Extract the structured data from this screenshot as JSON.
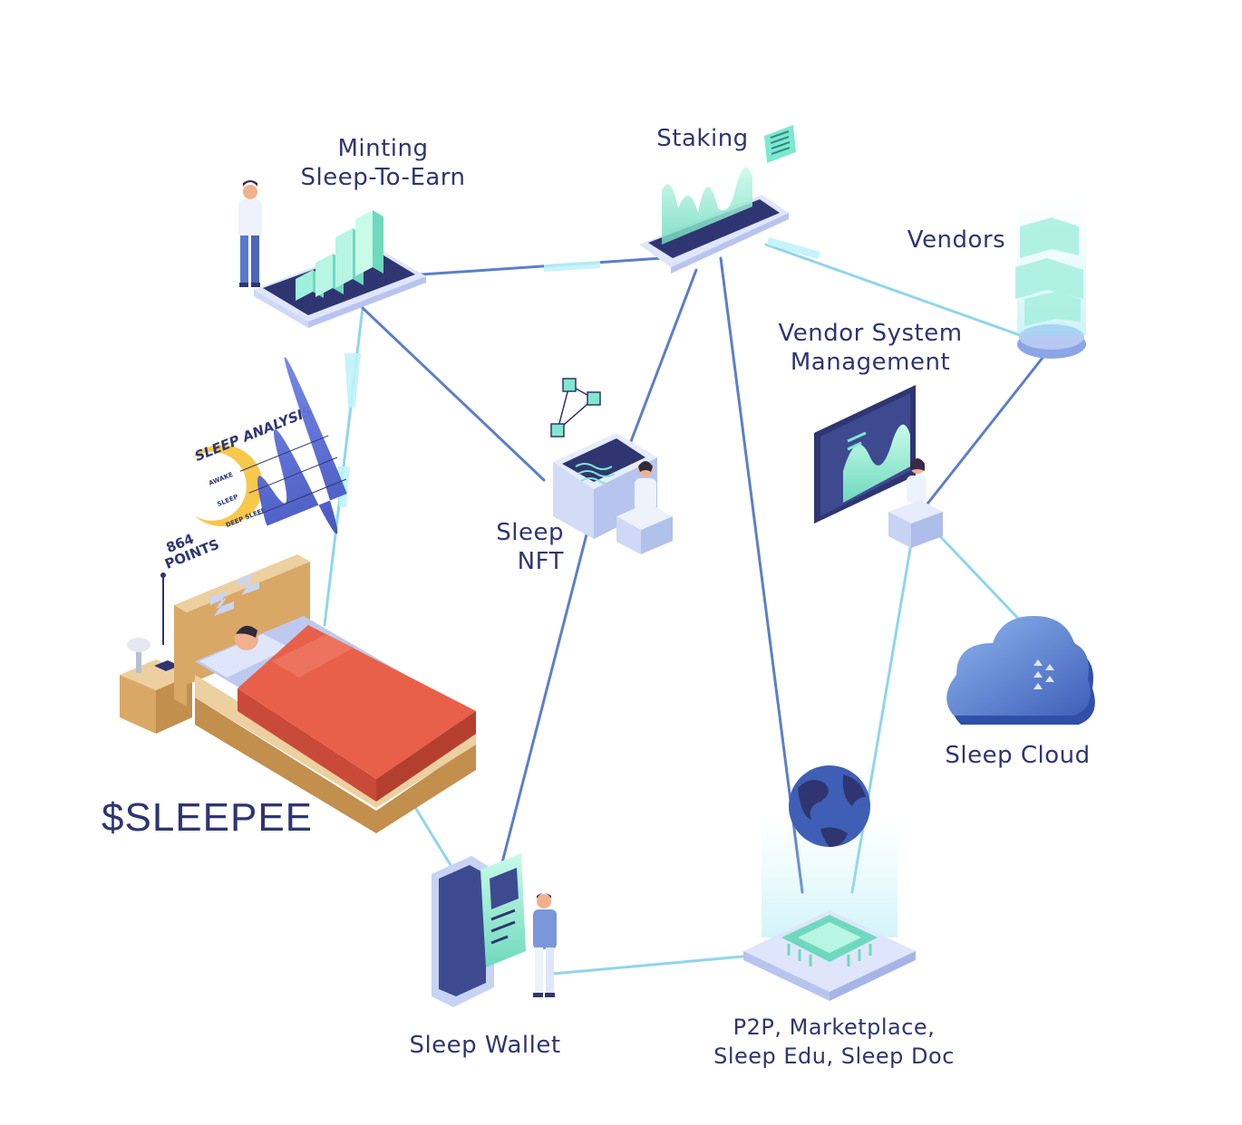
{
  "brand": {
    "name": "$SLEEPEE"
  },
  "nodes": {
    "minting": {
      "line1": "Minting",
      "line2": "Sleep-To-Earn"
    },
    "staking": {
      "label": "Staking"
    },
    "vendors": {
      "label": "Vendors"
    },
    "vendor_system": {
      "line1": "Vendor System",
      "line2": "Management"
    },
    "sleep_nft": {
      "line1": "Sleep",
      "line2": "NFT"
    },
    "sleep_cloud": {
      "label": "Sleep Cloud"
    },
    "sleep_wallet": {
      "label": "Sleep Wallet"
    },
    "p2p": {
      "line1": "P2P, Marketplace,",
      "line2": "Sleep Edu, Sleep Doc"
    }
  },
  "sleep_analysis": {
    "title": "SLEEP ANALYSIS",
    "points_value": "864",
    "points_label": "POINTS",
    "levels": [
      "AWAKE",
      "SLEEP",
      "DEEP SLEEP"
    ]
  },
  "colors": {
    "text": "#2f3571",
    "connector": "#5b7fc9",
    "connector_glow": "#8fe3f0",
    "mint": "#7fe8cf",
    "navy": "#2f3571",
    "blanket": "#e8604a",
    "wood": "#d9a866"
  }
}
